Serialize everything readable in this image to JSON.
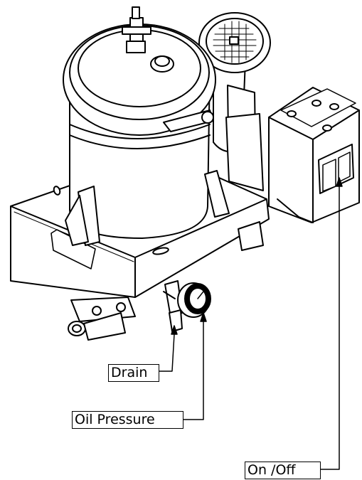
{
  "callouts": {
    "drain": "Drain",
    "oil_pressure": "Oil Pressure",
    "on_off": "On /Off"
  },
  "colors": {
    "line": "#000000",
    "fill": "#ffffff",
    "background": "#ffffff"
  }
}
